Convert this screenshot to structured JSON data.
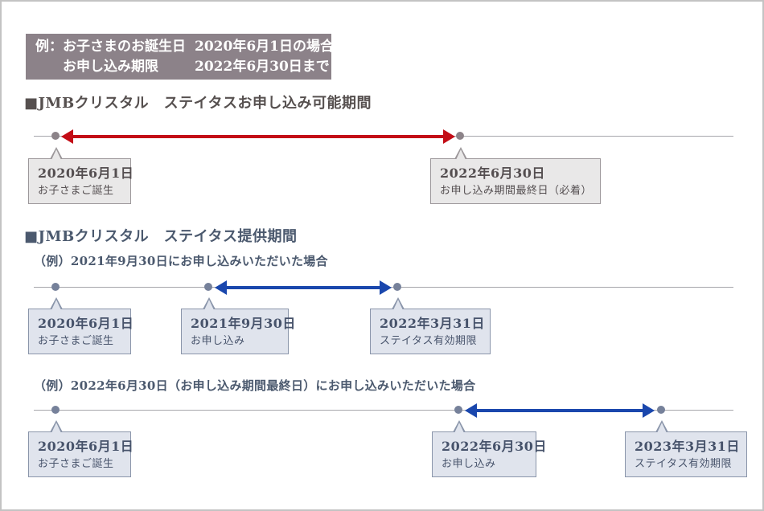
{
  "colors": {
    "application_arrow_red": "#c30d16",
    "provision_arrow_blue": "#1a47ad",
    "header_box_bg": "#8c8289",
    "warm_callout_bg": "#e9e8e8",
    "cool_callout_bg": "#e0e4ed",
    "section1_title_color": "#56504f",
    "section2_title_color": "#4b596e",
    "timeline_dot_warm": "#8c8389",
    "timeline_dot_cool": "#76819a"
  },
  "header_box": {
    "rows": [
      {
        "label": "例：お子さまのお誕生日",
        "value": "2020年6月1日の場合"
      },
      {
        "label": "お申し込み期限",
        "value": "2022年6月30日まで"
      }
    ]
  },
  "section1": {
    "title": "■JMBクリスタル　ステイタスお申し込み可能期間",
    "callouts": [
      {
        "date": "2020年6月1日",
        "label": "お子さまご誕生"
      },
      {
        "date": "2022年6月30日",
        "label": "お申し込み期間最終日（必着）"
      }
    ]
  },
  "section2": {
    "title": "■JMBクリスタル　ステイタス提供期間",
    "example1": {
      "caption": "（例）2021年9月30日にお申し込みいただいた場合",
      "callouts": [
        {
          "date": "2020年6月1日",
          "label": "お子さまご誕生"
        },
        {
          "date": "2021年9月30日",
          "label": "お申し込み"
        },
        {
          "date": "2022年3月31日",
          "label": "ステイタス有効期限"
        }
      ]
    },
    "example2": {
      "caption": "（例）2022年6月30日（お申し込み期間最終日）にお申し込みいただいた場合",
      "callouts": [
        {
          "date": "2020年6月1日",
          "label": "お子さまご誕生"
        },
        {
          "date": "2022年6月30日",
          "label": "お申し込み"
        },
        {
          "date": "2023年3月31日",
          "label": "ステイタス有効期限"
        }
      ]
    }
  }
}
